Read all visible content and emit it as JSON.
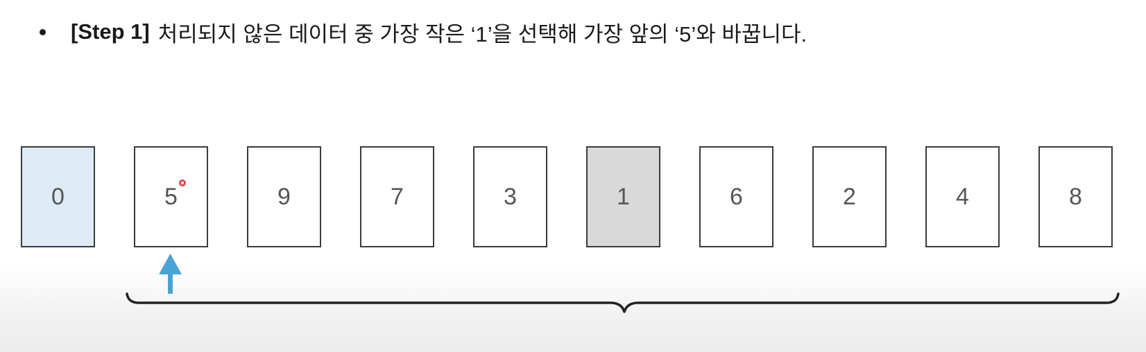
{
  "headline": {
    "step": "[Step 1]",
    "text": "처리되지 않은 데이터 중 가장 작은 ‘1’을 선택해 가장 앞의 ‘5’와 바꿉니다."
  },
  "cards": [
    {
      "value": "0",
      "state": "sorted"
    },
    {
      "value": "5",
      "state": "swap-target"
    },
    {
      "value": "9",
      "state": "unsorted"
    },
    {
      "value": "7",
      "state": "unsorted"
    },
    {
      "value": "3",
      "state": "unsorted"
    },
    {
      "value": "1",
      "state": "selected"
    },
    {
      "value": "6",
      "state": "unsorted"
    },
    {
      "value": "2",
      "state": "unsorted"
    },
    {
      "value": "4",
      "state": "unsorted"
    },
    {
      "value": "8",
      "state": "unsorted"
    }
  ],
  "colors": {
    "sorted_fill": "#dcebf6",
    "selected_fill": "#d9d9d9",
    "arrow": "#4aa3d4",
    "border": "#3a3a3a"
  }
}
